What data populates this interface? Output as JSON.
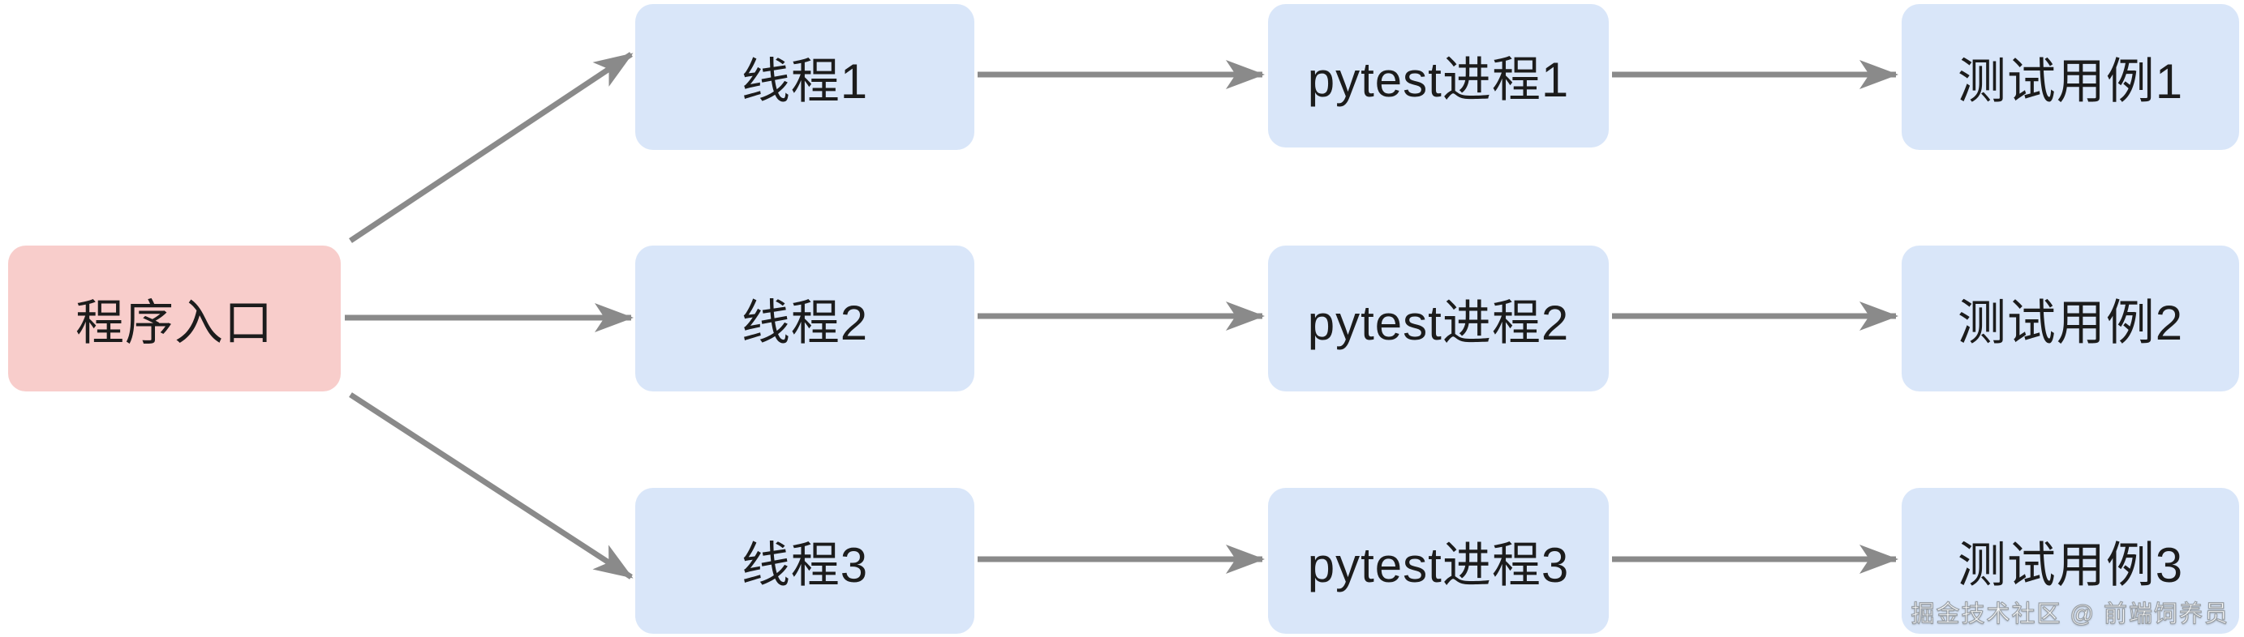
{
  "diagram": {
    "entry": {
      "label": "程序入口"
    },
    "threads": [
      {
        "label": "线程1"
      },
      {
        "label": "线程2"
      },
      {
        "label": "线程3"
      }
    ],
    "processes": [
      {
        "label": "pytest进程1"
      },
      {
        "label": "pytest进程2"
      },
      {
        "label": "pytest进程3"
      }
    ],
    "testcases": [
      {
        "label": "测试用例1"
      },
      {
        "label": "测试用例2"
      },
      {
        "label": "测试用例3"
      }
    ],
    "watermark": {
      "label": "掘金技术社区 @ 前端饲养员"
    },
    "colors": {
      "entry_fill": "#f8cdcb",
      "node_fill": "#d9e6f9",
      "arrow": "#8a8a8a",
      "text": "#1c1c1c",
      "watermark_text": "#ffffff",
      "watermark_outline": "#9aa0a6",
      "background": "#ffffff"
    }
  }
}
